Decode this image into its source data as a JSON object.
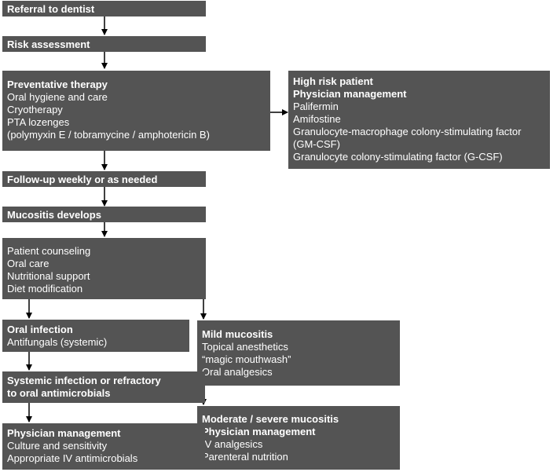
{
  "boxes": {
    "referral": {
      "title": "Referral to dentist"
    },
    "risk": {
      "title": "Risk assessment"
    },
    "preventative": {
      "title": "Preventative therapy",
      "lines": [
        "Oral hygiene and care",
        "Cryotherapy",
        "PTA lozenges",
        "(polymyxin E / tobramycine / amphotericin B)"
      ]
    },
    "high_risk": {
      "titles": [
        "High risk patient",
        "Physician management"
      ],
      "lines": [
        "Palifermin",
        "Amifostine",
        "Granulocyte-macrophage colony-stimulating factor",
        "(GM-CSF)",
        "Granulocyte colony-stimulating factor (G-CSF)"
      ]
    },
    "followup": {
      "title": "Follow-up weekly or as needed"
    },
    "mucositis": {
      "title": "Mucositis develops"
    },
    "counseling": {
      "lines": [
        "Patient counseling",
        "Oral care",
        "Nutritional support",
        "Diet modification"
      ]
    },
    "oral_infection": {
      "title": "Oral infection",
      "lines": [
        "Antifungals (systemic)"
      ]
    },
    "systemic": {
      "titles": [
        "Systemic infection or refractory",
        "to oral antimicrobials"
      ]
    },
    "physician": {
      "title": "Physician management",
      "lines": [
        "Culture and sensitivity",
        "Appropriate IV antimicrobials"
      ]
    },
    "mild": {
      "title": "Mild mucositis",
      "lines": [
        "Topical anesthetics",
        "“magic mouthwash”",
        "Oral analgesics"
      ]
    },
    "moderate": {
      "titles": [
        "Moderate / severe mucositis",
        "Physician management"
      ],
      "lines": [
        "IV analgesics",
        "Parenteral nutrition"
      ]
    }
  }
}
